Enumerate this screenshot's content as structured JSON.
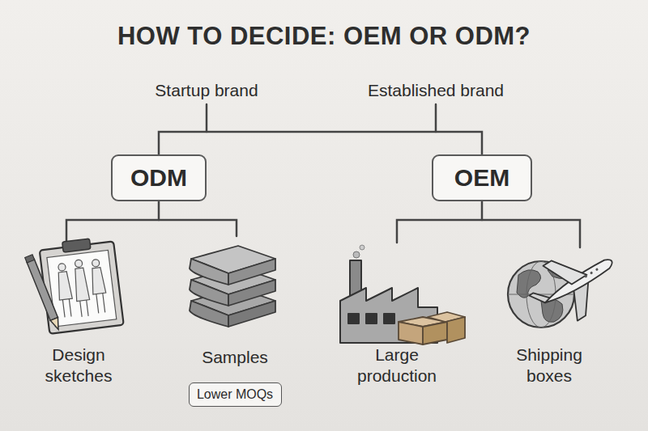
{
  "diagram": {
    "title": "HOW TO DECIDE: OEM OR ODM?",
    "nodes": [
      {
        "text": [
          "ODM"
        ]
      },
      {
        "text": [
          "OEM"
        ]
      },
      {
        "text": [
          "Lower MOQs"
        ]
      }
    ],
    "labels": [
      "Startup brand",
      "Established brand",
      "Design sketches",
      "Samples",
      "Large production",
      "Shipping boxes"
    ]
  }
}
